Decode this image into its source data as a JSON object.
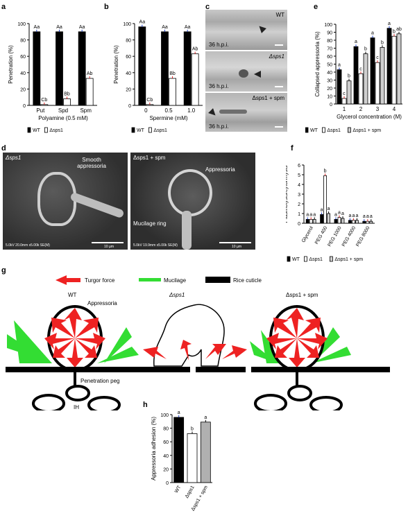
{
  "panels": {
    "a": {
      "letter": "a",
      "chart_data": {
        "type": "bar",
        "categories": [
          "Put",
          "Spd",
          "Spm"
        ],
        "series": [
          {
            "name": "WT",
            "values": [
              90,
              90,
              90
            ],
            "letters": [
              "Aa",
              "Aa",
              "Aa"
            ]
          },
          {
            "name": "Δsps1",
            "values": [
              1,
              8,
              33
            ],
            "letters": [
              "Cb",
              "Bb",
              "Ab"
            ]
          }
        ],
        "xlabel": "Polyamine (0.5 mM)",
        "ylabel": "Penetration (%)",
        "ylim": [
          0,
          100
        ],
        "yticks": [
          "0",
          "20",
          "40",
          "60",
          "80",
          "100"
        ]
      },
      "legend": [
        "WT",
        "Δsps1"
      ]
    },
    "b": {
      "letter": "b",
      "chart_data": {
        "type": "bar",
        "categories": [
          "0",
          "0.5",
          "1.0"
        ],
        "series": [
          {
            "name": "WT",
            "values": [
              96,
              90,
              90
            ],
            "letters": [
              "Aa",
              "Aa",
              "Aa"
            ]
          },
          {
            "name": "Δsps1",
            "values": [
              1,
              33,
              63
            ],
            "letters": [
              "Cb",
              "Bb",
              "Ab"
            ]
          }
        ],
        "xlabel": "Spermine (mM)",
        "ylabel": "Penetration (%)",
        "ylim": [
          0,
          100
        ],
        "yticks": [
          "0",
          "20",
          "40",
          "60",
          "80",
          "100"
        ]
      },
      "legend": [
        "WT",
        "Δsps1"
      ]
    },
    "c": {
      "letter": "c",
      "images": [
        {
          "label": "WT",
          "time": "36 h.p.i."
        },
        {
          "label": "Δsps1",
          "time": "36 h.p.i."
        },
        {
          "label": "Δsps1 + spm",
          "time": "36 h.p.i."
        }
      ]
    },
    "e": {
      "letter": "e",
      "chart_data": {
        "type": "bar",
        "categories": [
          "1",
          "2",
          "3",
          "4"
        ],
        "series": [
          {
            "name": "WT",
            "values": [
              43,
              72,
              83,
              95
            ],
            "letters": [
              "a",
              "a",
              "a",
              "a"
            ]
          },
          {
            "name": "Δsps1",
            "values": [
              7,
              38,
              52,
              85
            ],
            "letters": [
              "c",
              "c",
              "c",
              "b"
            ]
          },
          {
            "name": "Δsps1 + spm",
            "values": [
              29,
              63,
              71,
              88
            ],
            "letters": [
              "b",
              "b",
              "b",
              "ab"
            ]
          }
        ],
        "xlabel": "Glycerol concentration (M)",
        "ylabel": "Collapsed appressoria (%)",
        "ylim": [
          0,
          100
        ],
        "yticks": [
          "0",
          "10",
          "20",
          "30",
          "40",
          "50",
          "60",
          "70",
          "80",
          "90",
          "100"
        ]
      },
      "legend": [
        "WT",
        "Δsps1",
        "Δsps1 + spm"
      ]
    },
    "d": {
      "letter": "d",
      "left": {
        "title": "Δsps1",
        "annotation": "Smooth appressoria",
        "footer": "5.0kV 20.0mm x5.00k SE(M)",
        "scale": "10 µm"
      },
      "right": {
        "title": "Δsps1 + spm",
        "annotation1": "Appressoria",
        "annotation2": "Mucilage ring",
        "footer": "5.0kV 19.9mm x5.00k SE(M)",
        "scale": "10 µm"
      }
    },
    "f": {
      "letter": "f",
      "chart_data": {
        "type": "bar",
        "categories": [
          "Glycerol",
          "PEG 400",
          "PEG 1000",
          "PEG 4000",
          "PEG 8000"
        ],
        "series": [
          {
            "name": "WT",
            "values": [
              0.4,
              0.9,
              0.4,
              0.3,
              0.2
            ],
            "letters": [
              "a",
              "a",
              "a",
              "a",
              "a"
            ]
          },
          {
            "name": "Δsps1",
            "values": [
              0.4,
              4.9,
              0.6,
              0.3,
              0.2
            ],
            "letters": [
              "a",
              "b",
              "a",
              "a",
              "a"
            ]
          },
          {
            "name": "Δsps1 + spm",
            "values": [
              0.4,
              1.0,
              0.5,
              0.3,
              0.2
            ],
            "letters": [
              "a",
              "a",
              "a",
              "a",
              "a"
            ]
          }
        ],
        "ylabel": "Plasmolysis/cytorrhysis",
        "ylim": [
          0,
          6
        ],
        "yticks": [
          "0",
          "1",
          "2",
          "3",
          "4",
          "5",
          "6"
        ]
      },
      "legend": [
        "WT",
        "Δsps1",
        "Δsps1 + spm"
      ]
    },
    "g": {
      "letter": "g",
      "legend": {
        "turgor": "Turgor force",
        "mucilage": "Mucilage",
        "cuticle": "Rice cuticle"
      },
      "titles": [
        "WT",
        "Δsps1",
        "Δsps1 + spm"
      ],
      "labels": {
        "appressoria": "Appressoria",
        "peg": "Penetration peg",
        "ih": "IH"
      },
      "colors": {
        "turgor": "#ee2222",
        "mucilage": "#33dd33",
        "cuticle": "#000000"
      }
    },
    "h": {
      "letter": "h",
      "chart_data": {
        "type": "bar",
        "categories": [
          "WT",
          "Δsps1",
          "Δsps1 + spm"
        ],
        "values": [
          96,
          72,
          89
        ],
        "letters": [
          "a",
          "b",
          "a"
        ],
        "ylabel": "Appressoria adhesion (%)",
        "ylim": [
          0,
          100
        ],
        "yticks": [
          "0",
          "20",
          "40",
          "60",
          "80",
          "100"
        ],
        "colors": [
          "#000000",
          "#ffffff",
          "#b0b0b0"
        ]
      }
    }
  }
}
